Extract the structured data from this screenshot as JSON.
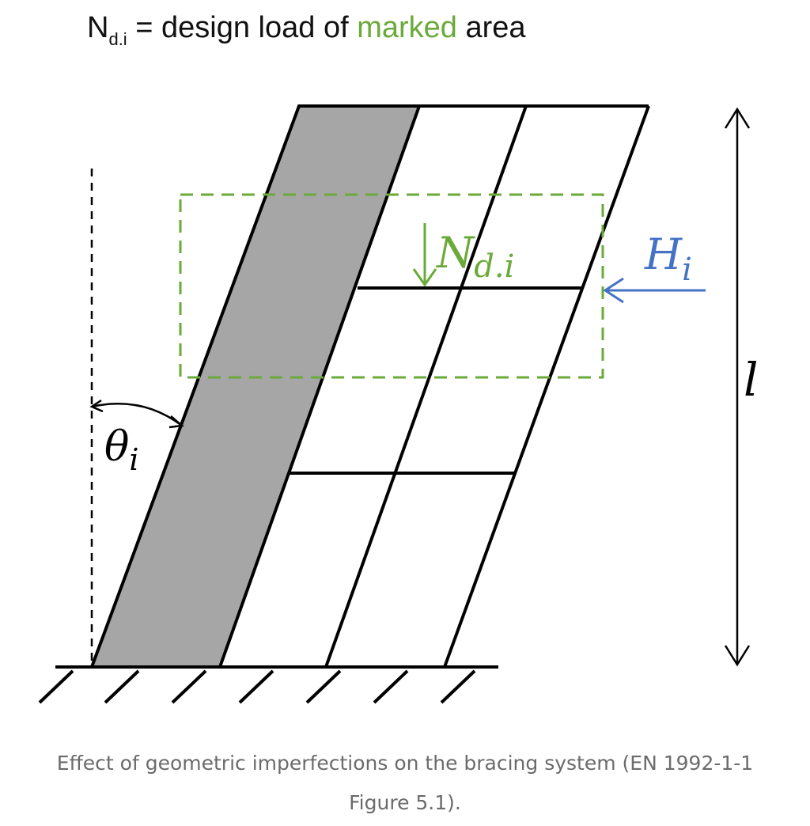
{
  "heading": {
    "symbol_main": "N",
    "symbol_sub": "d.i",
    "text_before": " = design load of ",
    "highlight": "marked",
    "text_after": " area"
  },
  "labels": {
    "load_main": "N",
    "load_sub": "d.i",
    "horizontal_main": "H",
    "horizontal_sub": "i",
    "angle_main": "θ",
    "angle_sub": "i",
    "length": "l"
  },
  "caption": {
    "line1": "Effect of geometric imperfections on the bracing system (EN 1992-1-1",
    "line2": "Figure 5.1)."
  },
  "colors": {
    "green": "#6aaa3a",
    "blue": "#4472c4",
    "bracing_fill": "#a6a6a6",
    "line": "#000000"
  }
}
